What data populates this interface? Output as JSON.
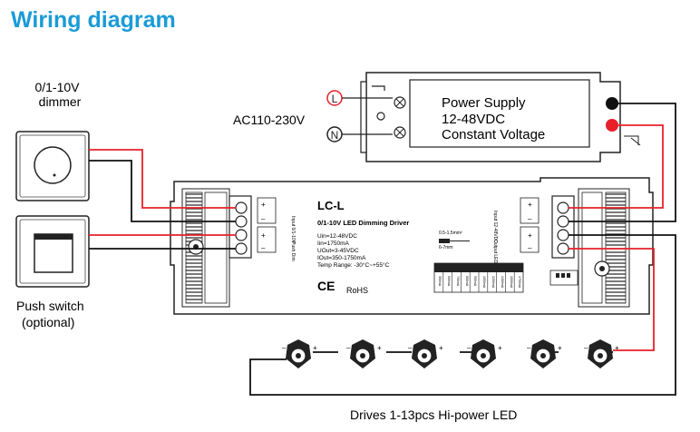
{
  "title": "Wiring diagram",
  "dimmer_label_line1": "0/1-10V",
  "dimmer_label_line2": "dimmer",
  "push_label_line1": "Push switch",
  "push_label_line2": "(optional)",
  "ac_label": "AC110-230V",
  "psu": {
    "line1": "Power Supply",
    "line2": "12-48VDC",
    "line3": "Constant Voltage",
    "L": "L",
    "N": "N"
  },
  "driver": {
    "model": "LC-L",
    "subtitle": "0/1-10V LED Dimming Driver",
    "specs": [
      "Uin=12-48VDC",
      "Iin=1750mA",
      "UOut=3-45VDC",
      "IOut=350-1750mA",
      "Temp Range: -30°C~+55°C"
    ],
    "ce": "CE",
    "rohs": "RoHS",
    "wire_gauge": "0.5-1.5mm²",
    "strip_len": "6-7mm",
    "left_term": [
      "+",
      "–",
      "+",
      "–"
    ],
    "left_io_1": "Input 0/1-10V",
    "left_io_2": "Push Dim",
    "right_term": [
      "+",
      "–",
      "+",
      "–"
    ],
    "right_io_1": "Input 12-48VDC",
    "right_io_2": "Output LED",
    "dip_values": [
      "350mA",
      "500mA",
      "700mA",
      "800mA",
      "900mA",
      "1050mA",
      "1200mA",
      "1400mA",
      "1500mA",
      "1750mA"
    ]
  },
  "led_caption": "Drives 1-13pcs Hi-power LED",
  "leds": [
    {
      "minus": "–",
      "plus": "+"
    },
    {
      "minus": "–",
      "plus": "+"
    },
    {
      "minus": "–",
      "plus": "+"
    },
    {
      "minus": "–",
      "plus": "+"
    },
    {
      "minus": "–",
      "plus": "+"
    },
    {
      "minus": "–",
      "plus": "+"
    }
  ],
  "colors": {
    "title": "#1a9bd7",
    "red_wire": "#e8202a",
    "black_wire": "#111111"
  }
}
